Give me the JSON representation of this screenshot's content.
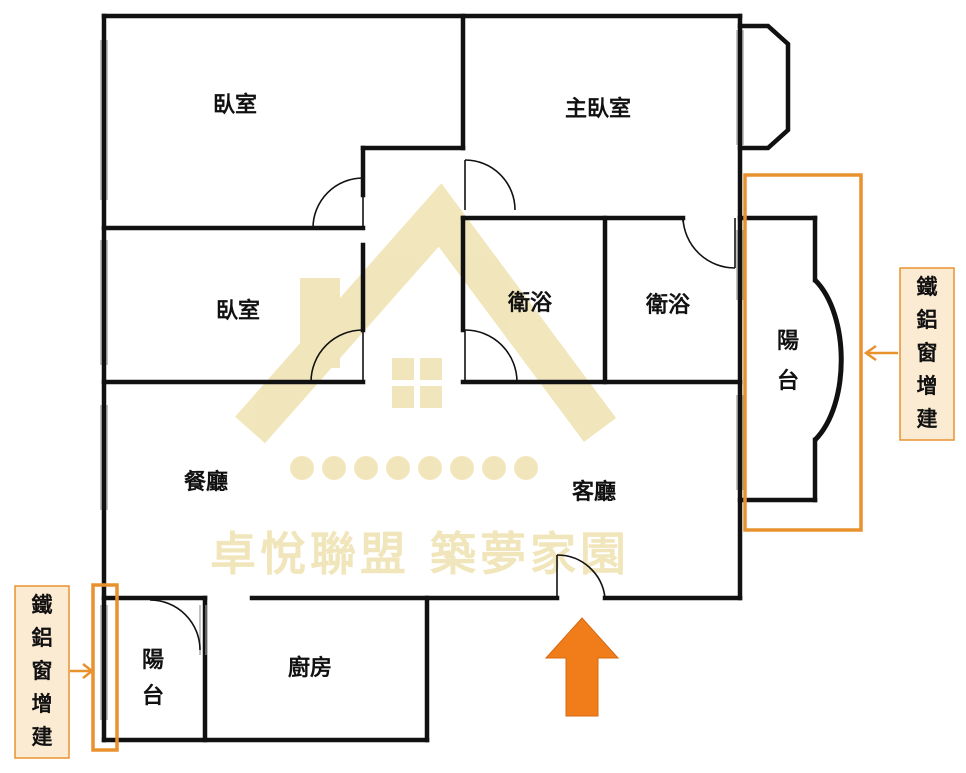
{
  "rooms": {
    "bedroom_top": "臥室",
    "master_bedroom": "主臥室",
    "bedroom_mid": "臥室",
    "bath_1": "衛浴",
    "bath_2": "衛浴",
    "dining": "餐廳",
    "living": "客廳",
    "kitchen": "廚房",
    "balcony_right": [
      "陽",
      "台"
    ],
    "balcony_small": [
      "陽",
      "台"
    ]
  },
  "annotations": {
    "right_note": [
      "鐵",
      "鋁",
      "窗",
      "增",
      "建"
    ],
    "left_note": [
      "鐵",
      "鋁",
      "窗",
      "增",
      "建"
    ]
  },
  "watermark": {
    "text": "卓悅聯盟  築夢家園"
  },
  "colors": {
    "wall": "#111111",
    "annotation": "#e8922e",
    "annotation_fill": "#fcebd3",
    "entrance_arrow": "#f07c1a",
    "watermark": "#efe2b0"
  }
}
